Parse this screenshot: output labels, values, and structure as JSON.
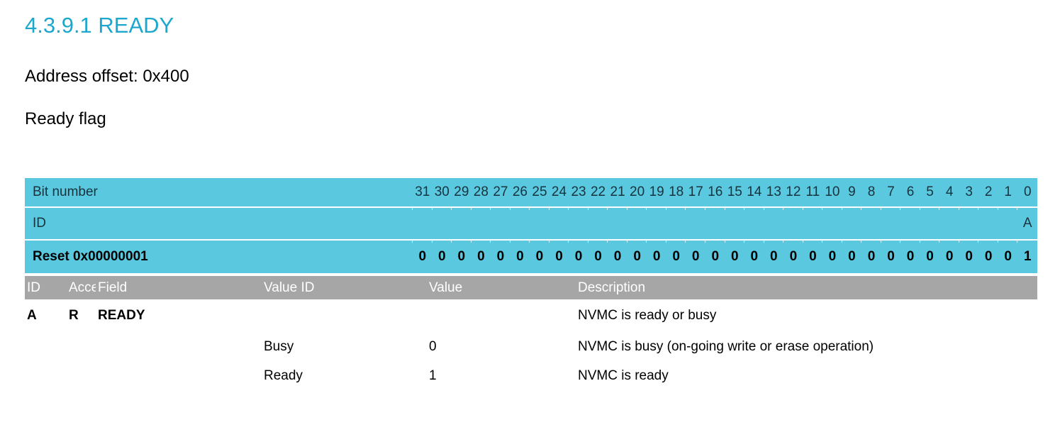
{
  "page": {
    "title": "4.3.9.1 READY",
    "address_offset": "Address offset: 0x400",
    "subtitle": "Ready flag"
  },
  "colors": {
    "title_cyan": "#1CA8CE",
    "table_cyan": "#5AC8DF",
    "header_grey": "#A6A6A6",
    "dark_label": "#17333E"
  },
  "register_table": {
    "bit_number_label": "Bit number",
    "id_label": "ID",
    "reset_label": "Reset 0x00000001",
    "bit_numbers": [
      "31",
      "30",
      "29",
      "28",
      "27",
      "26",
      "25",
      "24",
      "23",
      "22",
      "21",
      "20",
      "19",
      "18",
      "17",
      "16",
      "15",
      "14",
      "13",
      "12",
      "11",
      "10",
      "9",
      "8",
      "7",
      "6",
      "5",
      "4",
      "3",
      "2",
      "1",
      "0"
    ],
    "id_cells": [
      "",
      "",
      "",
      "",
      "",
      "",
      "",
      "",
      "",
      "",
      "",
      "",
      "",
      "",
      "",
      "",
      "",
      "",
      "",
      "",
      "",
      "",
      "",
      "",
      "",
      "",
      "",
      "",
      "",
      "",
      "",
      "A"
    ],
    "reset_bits": [
      "0",
      "0",
      "0",
      "0",
      "0",
      "0",
      "0",
      "0",
      "0",
      "0",
      "0",
      "0",
      "0",
      "0",
      "0",
      "0",
      "0",
      "0",
      "0",
      "0",
      "0",
      "0",
      "0",
      "0",
      "0",
      "0",
      "0",
      "0",
      "0",
      "0",
      "0",
      "1"
    ]
  },
  "field_table": {
    "headers": {
      "id": "ID",
      "access": "Acce",
      "field": "Field",
      "value_id": "Value ID",
      "value": "Value",
      "description": "Description"
    },
    "rows": [
      {
        "id": "A",
        "access": "R",
        "field": "READY",
        "value_id": "",
        "value": "",
        "description": "NVMC is ready or busy"
      },
      {
        "id": "",
        "access": "",
        "field": "",
        "value_id": "Busy",
        "value": "0",
        "description": "NVMC is busy (on-going write or erase operation)"
      },
      {
        "id": "",
        "access": "",
        "field": "",
        "value_id": "Ready",
        "value": "1",
        "description": "NVMC is ready"
      }
    ]
  }
}
